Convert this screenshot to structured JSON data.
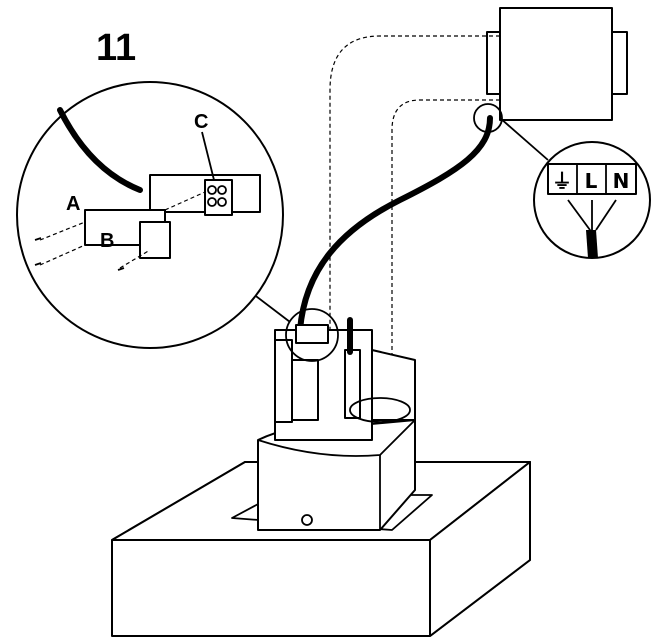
{
  "figure": {
    "step_number": "11",
    "callouts": {
      "a": "A",
      "b": "B",
      "c": "C"
    },
    "terminals": {
      "earth": "⏚",
      "live": "L",
      "neutral": "N"
    }
  }
}
